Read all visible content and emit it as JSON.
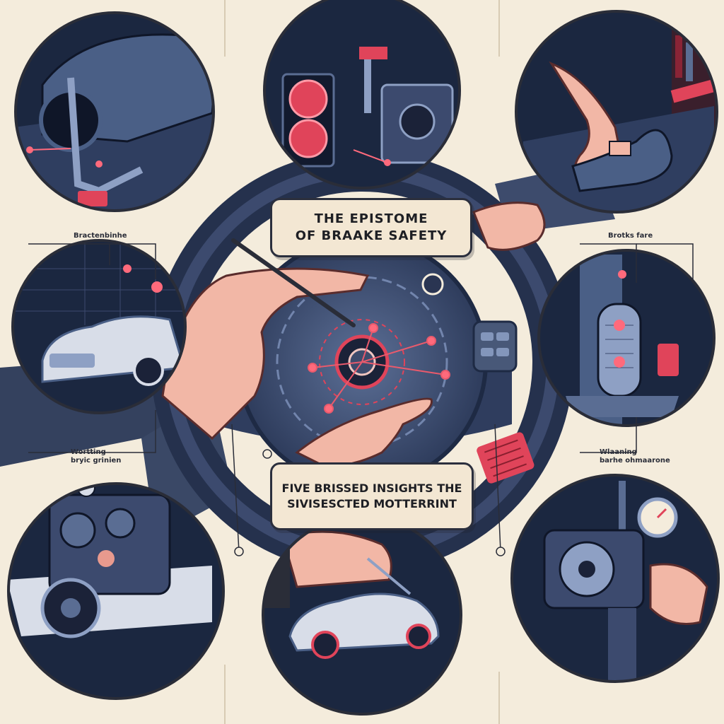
{
  "headline": {
    "line1": "THE EPISTOME",
    "line2": "OF BRAAKE SAFETY"
  },
  "subheadline": {
    "line1": "FIVE BRISSED INSIGHTS THE",
    "line2": "SIVISESCTED MOTTERRINT"
  },
  "callouts": {
    "left_top": "Bractenbinhe",
    "right_top": "Brotks fare",
    "left_bottom_line1": "Wortting",
    "left_bottom_line2": "bryic grinien",
    "right_bottom_line1": "Wlaaning",
    "right_bottom_line2": "barhe ohmaarone"
  },
  "colors": {
    "background": "#f4ecdc",
    "navy": "#1b2740",
    "steel_blue": "#4a5f86",
    "accent_red": "#e0445a",
    "skin": "#f2b7a6"
  }
}
